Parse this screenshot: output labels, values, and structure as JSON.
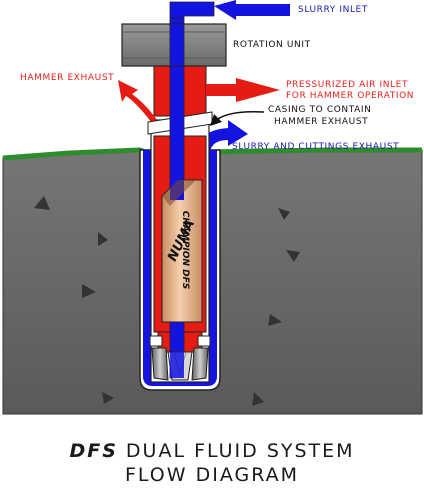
{
  "labels": {
    "slurry_inlet": "SLURRY INLET",
    "rotation_unit": "ROTATION UNIT",
    "hammer_exhaust": "HAMMER EXHAUST",
    "pressurized_air_line1": "PRESSURIZED AIR INLET",
    "pressurized_air_line2": "FOR HAMMER OPERATION",
    "casing_line1": "CASING TO CONTAIN",
    "casing_line2": "HAMMER EXHAUST",
    "slurry_cuttings_exhaust": "SLURRY AND CUTTINGS EXHAUST"
  },
  "tool": {
    "brand_logo": "NUMA",
    "model": "CHAMPION DFS"
  },
  "title": {
    "abbrev": "DFS",
    "line1": "DUAL FLUID SYSTEM",
    "line2": "FLOW DIAGRAM"
  },
  "colors": {
    "slurry": "#1414e0",
    "air": "#e51c14",
    "ground": "#666666",
    "ground_dark": "#4a4a4a",
    "grass": "#2e8b2e",
    "rotation_unit": "#808080",
    "hammer_body": "#e9b48d",
    "casing": "#ffffff",
    "text_red": "#e8221c",
    "text_blue": "#1a1aa8"
  },
  "icons": {
    "slurry_inlet_arrow": "arrow-left-icon",
    "air_inlet_arrow": "arrow-left-icon",
    "hammer_exhaust_arrow": "curved-arrow-icon",
    "slurry_exhaust_arrow": "curved-arrow-icon"
  }
}
